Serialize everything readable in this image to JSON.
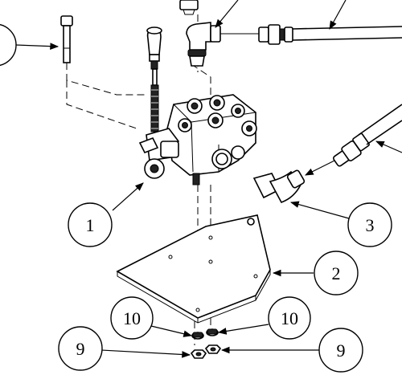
{
  "diagram": {
    "callouts": [
      {
        "id": "c1",
        "label": "1"
      },
      {
        "id": "c2",
        "label": "2"
      },
      {
        "id": "c3",
        "label": "3"
      },
      {
        "id": "c10a",
        "label": "10"
      },
      {
        "id": "c10b",
        "label": "10"
      },
      {
        "id": "c9a",
        "label": "9"
      },
      {
        "id": "c9b",
        "label": "9"
      }
    ],
    "parts": [
      "valve-body",
      "control-handle",
      "mounting-plate",
      "elbow-fitting",
      "hydraulic-hose",
      "bolt",
      "lock-washer",
      "hex-nut"
    ],
    "colors": {
      "line": "#000000",
      "background": "#ffffff"
    }
  }
}
